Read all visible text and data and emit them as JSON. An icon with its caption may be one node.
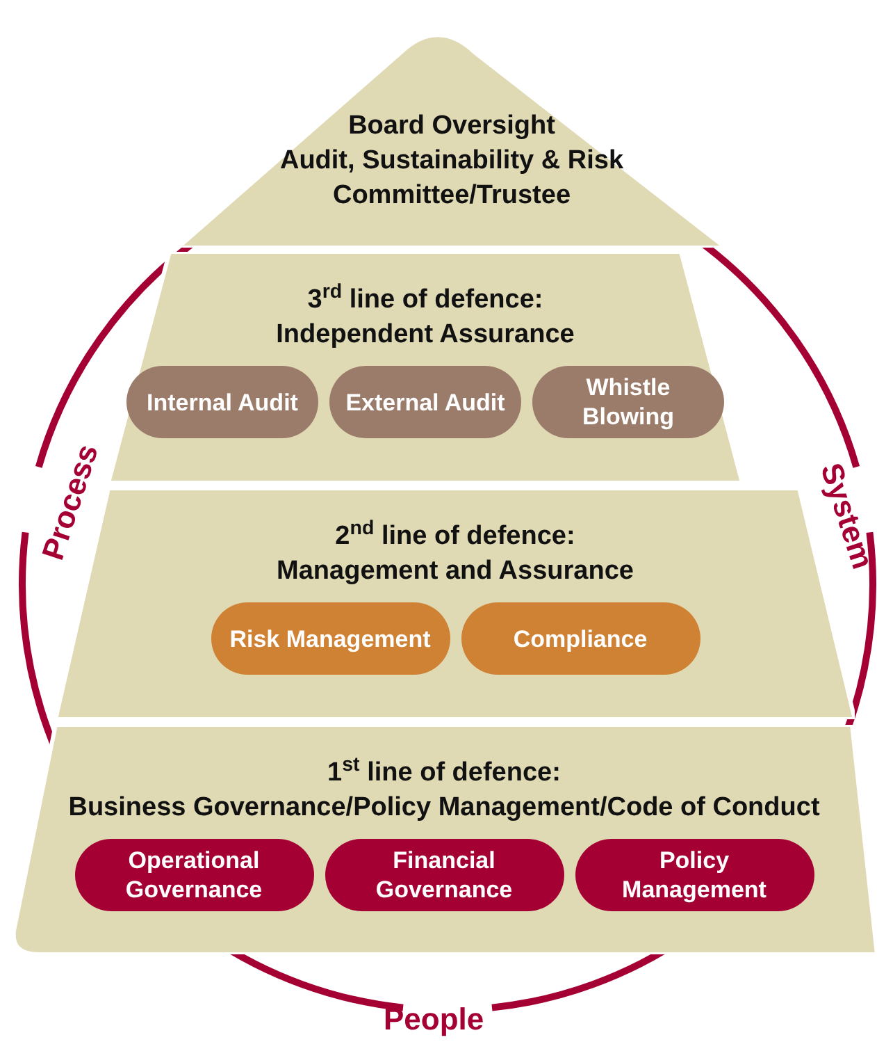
{
  "diagram": {
    "nodes": [
      {
        "text": [
          "Board Oversight",
          "Audit, Sustainability & Risk Committee/Trustee"
        ]
      },
      {
        "text": [
          "3$^{rd}$ line of defence:",
          "Independent Assurance"
        ]
      },
      {
        "text": [
          "Internal Audit"
        ],
        "in": 1
      },
      {
        "text": [
          "External Audit"
        ],
        "in": 1
      },
      {
        "text": [
          "Whistle Blowing"
        ],
        "in": 1
      },
      {
        "text": [
          "2$^{nd}$ line of defence:",
          "Management and Assurance"
        ]
      },
      {
        "text": [
          "Risk Management"
        ],
        "in": 5
      },
      {
        "text": [
          "Compliance"
        ],
        "in": 5
      },
      {
        "text": [
          "1$^{st}$ line of defence:",
          "Business Governance/Policy Management/Code of Conduct"
        ]
      },
      {
        "text": [
          "Operational Governance"
        ],
        "in": 8
      },
      {
        "text": [
          "Financial Governance"
        ],
        "in": 8
      },
      {
        "text": [
          "Policy Management"
        ],
        "in": 8
      }
    ],
    "labels": [
      "Process",
      "System",
      "People"
    ]
  }
}
